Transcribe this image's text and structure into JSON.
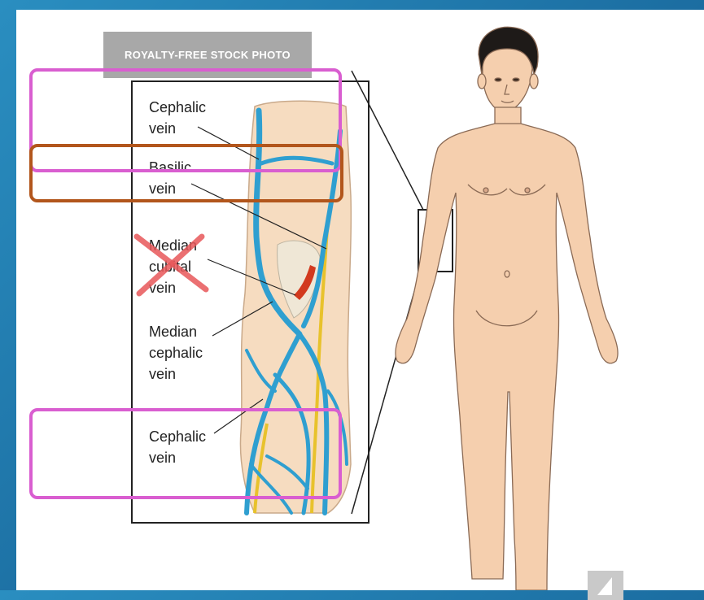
{
  "badge": {
    "text": "ROYALTY-FREE STOCK PHOTO"
  },
  "labels": [
    {
      "id": "cephalic-vein-top",
      "text": "Cephalic\nvein"
    },
    {
      "id": "basilic-vein",
      "text": "Basilic\nvein"
    },
    {
      "id": "median-cubital-vein",
      "text": "Median\ncubital\nvein"
    },
    {
      "id": "median-cephalic-vein",
      "text": "Median\ncephalic\nvein"
    },
    {
      "id": "cephalic-vein-bottom",
      "text": "Cephalic\nvein"
    }
  ],
  "colors": {
    "vein": "#2f9fd0",
    "artery": "#d23a1e",
    "nerve": "#e8c22c",
    "skin": "#f5cfae",
    "highlight_pink": "#d95ed0",
    "highlight_brown": "#b2561c",
    "cross": "#e8585a"
  },
  "icons": {
    "strike": "x-mark-icon",
    "nav": "next-slide-arrow-icon"
  }
}
